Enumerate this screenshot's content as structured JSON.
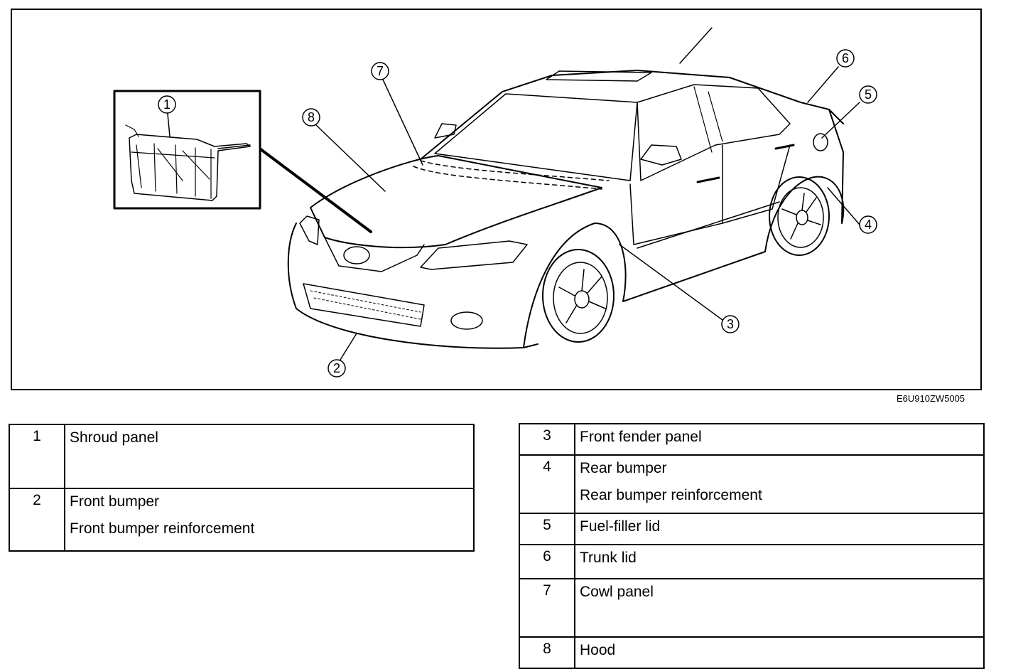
{
  "figure": {
    "code": "E6U910ZW5005",
    "callouts": [
      "1",
      "2",
      "3",
      "4",
      "5",
      "6",
      "7",
      "8"
    ]
  },
  "legend_left": [
    {
      "num": "1",
      "lines": [
        "Shroud panel",
        ""
      ]
    },
    {
      "num": "2",
      "lines": [
        "Front bumper",
        "Front bumper reinforcement"
      ]
    }
  ],
  "legend_right": [
    {
      "num": "3",
      "lines": [
        "Front fender panel"
      ]
    },
    {
      "num": "4",
      "lines": [
        "Rear bumper",
        "Rear bumper reinforcement"
      ]
    },
    {
      "num": "5",
      "lines": [
        "Fuel-filler lid"
      ]
    },
    {
      "num": "6",
      "lines": [
        "Trunk lid"
      ]
    },
    {
      "num": "7",
      "lines": [
        "Cowl panel",
        ""
      ]
    },
    {
      "num": "8",
      "lines": [
        "Hood"
      ]
    }
  ]
}
